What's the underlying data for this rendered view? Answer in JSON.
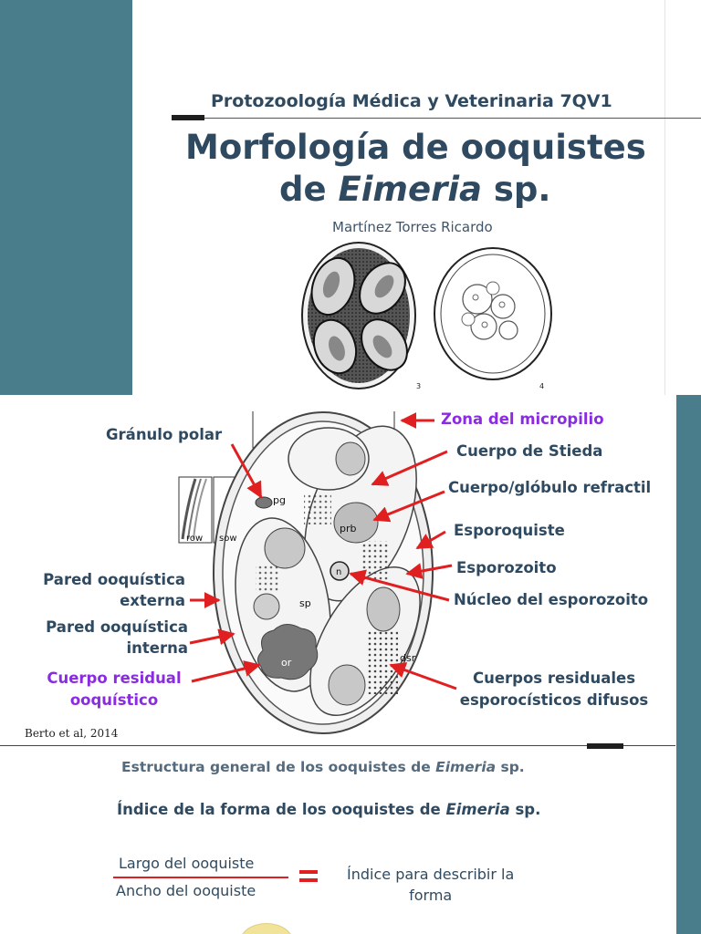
{
  "header": {
    "course": "Protozoología Médica y Veterinaria 7QV1",
    "title_line1": "Morfología de ooquistes",
    "title_line2_prefix": "de ",
    "title_line2_italic": "Eimeria",
    "title_line2_suffix": " sp.",
    "author": "Martínez Torres Ricardo"
  },
  "figure_top": {
    "label_left": "3",
    "label_right": "4"
  },
  "diagram": {
    "labels": {
      "granulo_polar": "Gránulo polar",
      "zona_micropilio": "Zona del micropilio",
      "cuerpo_stieda": "Cuerpo de Stieda",
      "cuerpo_refractil": "Cuerpo/glóbulo refractil",
      "esporoquiste": "Esporoquiste",
      "esporozoito": "Esporozoito",
      "nucleo_esporozoito": "Núcleo del esporozoito",
      "pared_externa_1": "Pared ooquística",
      "pared_externa_2": "externa",
      "pared_interna_1": "Pared ooquística",
      "pared_interna_2": "interna",
      "cuerpo_residual_1": "Cuerpo residual",
      "cuerpo_residual_2": "ooquístico",
      "residuales_1": "Cuerpos residuales",
      "residuales_2": "esporocísticos difusos"
    },
    "inner_labels": {
      "pg": "pg",
      "prb": "prb",
      "n": "n",
      "sp": "sp",
      "or": "or",
      "dsr": "dsr",
      "row": "row",
      "sow": "sow"
    },
    "citation": "Berto et al, 2014"
  },
  "caption": {
    "prefix": "Estructura general de los ooquistes de ",
    "italic": "Eimeria",
    "suffix": " sp."
  },
  "index": {
    "title_prefix": "Índice de la forma de los ooquistes de ",
    "title_italic": "Eimeria",
    "title_suffix": " sp.",
    "numerator": "Largo del ooquiste",
    "denominator": "Ancho del ooquiste",
    "result_line1": "Índice para describir la",
    "result_line2": "forma"
  },
  "colors": {
    "teal": "#4a7d8c",
    "navy_text": "#2f4a60",
    "purple": "#8a2be2",
    "red": "#e02020"
  }
}
